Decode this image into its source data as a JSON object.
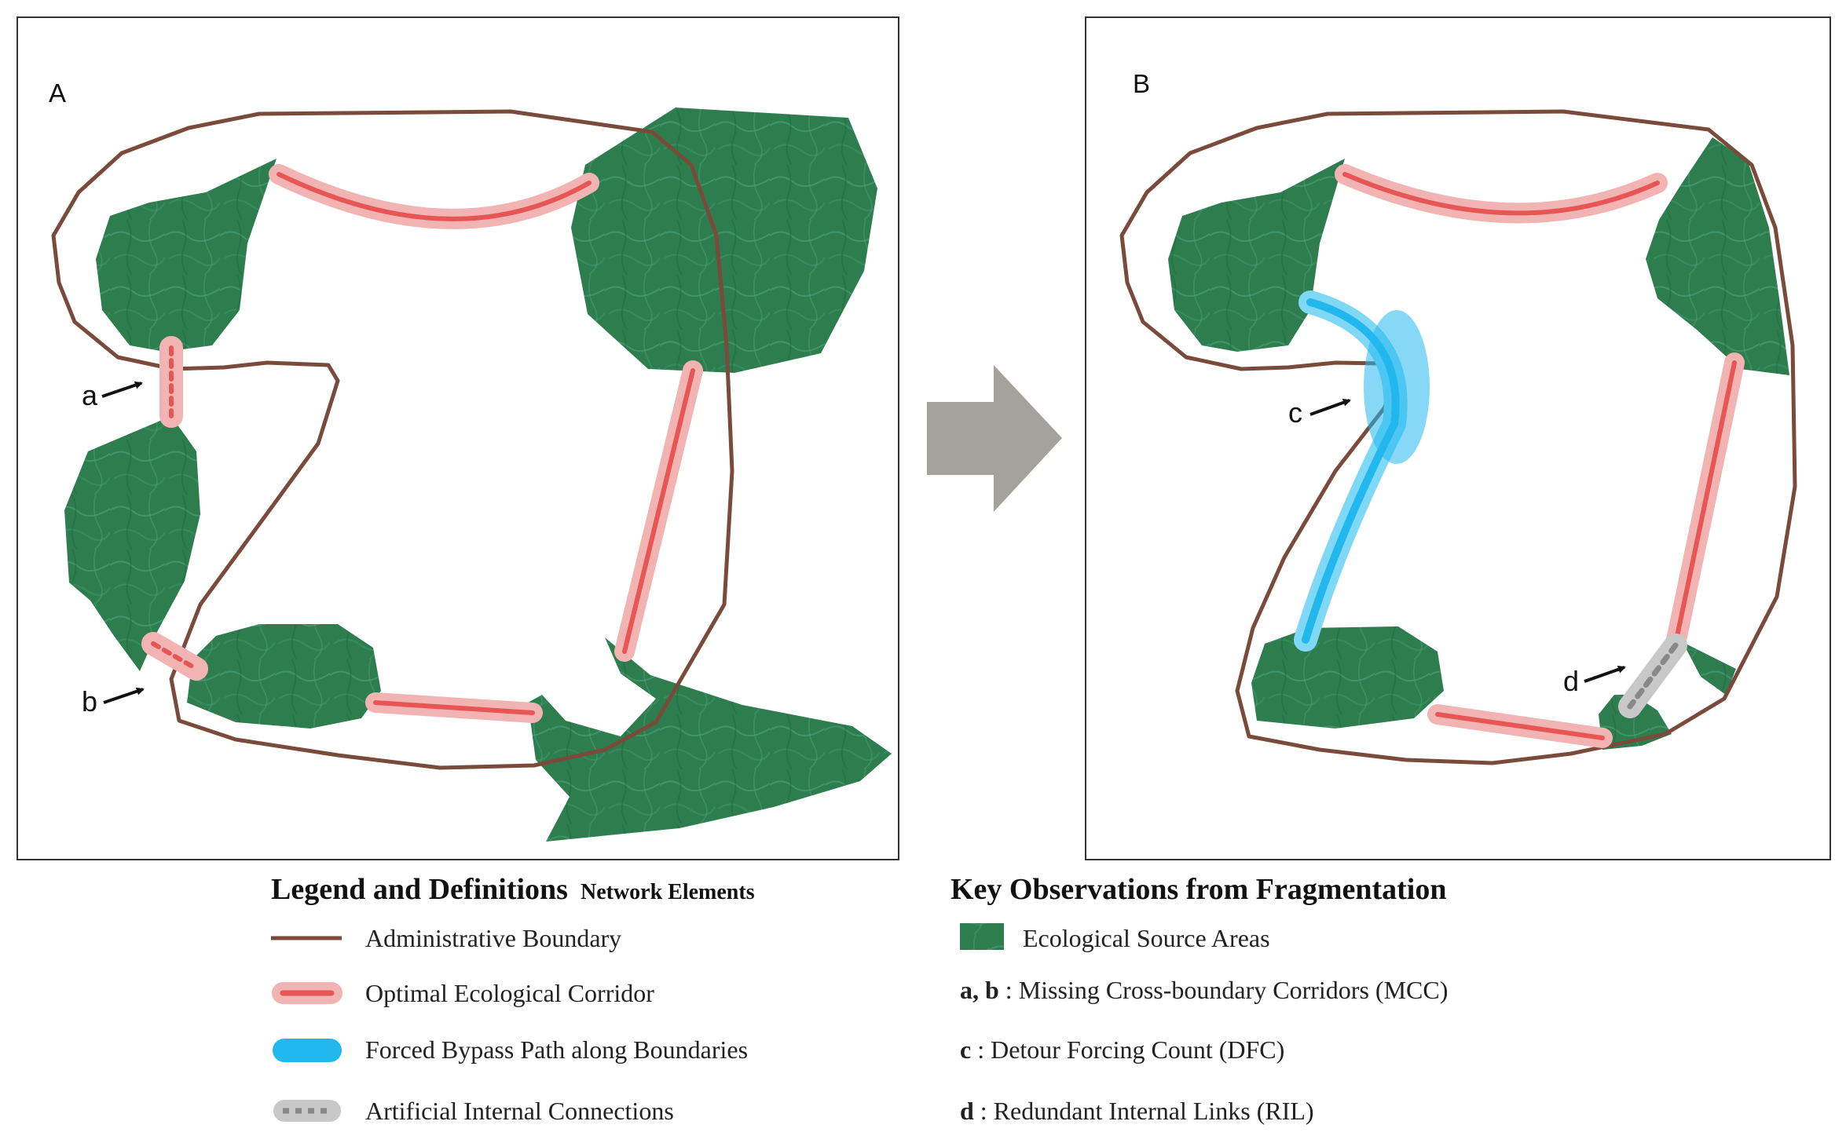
{
  "panels": {
    "a": {
      "label": "A"
    },
    "b": {
      "label": "B"
    }
  },
  "callouts": {
    "a": "a",
    "b": "b",
    "c": "c",
    "d": "d"
  },
  "legend": {
    "title": "Legend and Definitions",
    "subtitle": "Network Elements",
    "items": [
      {
        "label": "Administrative Boundary",
        "color": "#7a4a3a"
      },
      {
        "label": "Optimal Ecological Corridor",
        "color": "#e85555"
      },
      {
        "label": "Forced Bypass Path along Boundaries",
        "color": "#22b8ee"
      },
      {
        "label": "Artificial Internal Connections",
        "color": "#9a9a9a"
      }
    ]
  },
  "observations": {
    "title": "Key Observations from Fragmentation",
    "source_label": "Ecological Source Areas",
    "source_color": "#2d7a4b",
    "items": [
      {
        "key": "a, b",
        "text": " : Missing Cross-boundary Corridors (MCC)"
      },
      {
        "key": "c",
        "text": " : Detour Forcing Count (DFC)"
      },
      {
        "key": "d",
        "text": " : Redundant Internal Links (RIL)"
      }
    ]
  }
}
